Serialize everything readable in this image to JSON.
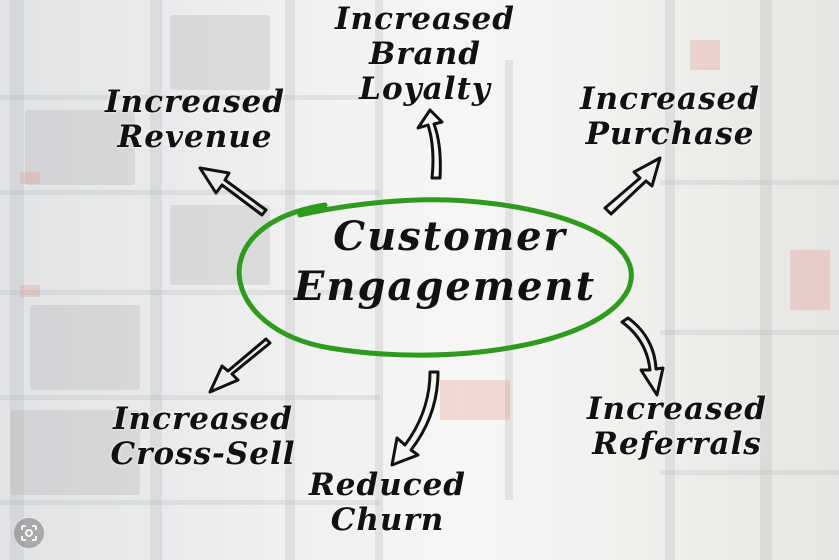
{
  "center": {
    "line1": "Customer",
    "line2": "Engagement",
    "ring_color": "#2e9a1e"
  },
  "outcomes": {
    "loyalty": {
      "line1": "Increased",
      "line2": "Brand",
      "line3": "Loyalty"
    },
    "revenue": {
      "line1": "Increased",
      "line2": "Revenue"
    },
    "purchase": {
      "line1": "Increased",
      "line2": "Purchase"
    },
    "crosssell": {
      "line1": "Increased",
      "line2": "Cross-Sell"
    },
    "churn": {
      "line1": "Reduced",
      "line2": "Churn"
    },
    "referrals": {
      "line1": "Increased",
      "line2": "Referrals"
    }
  },
  "icons": {
    "lens": "visual-search-icon"
  }
}
